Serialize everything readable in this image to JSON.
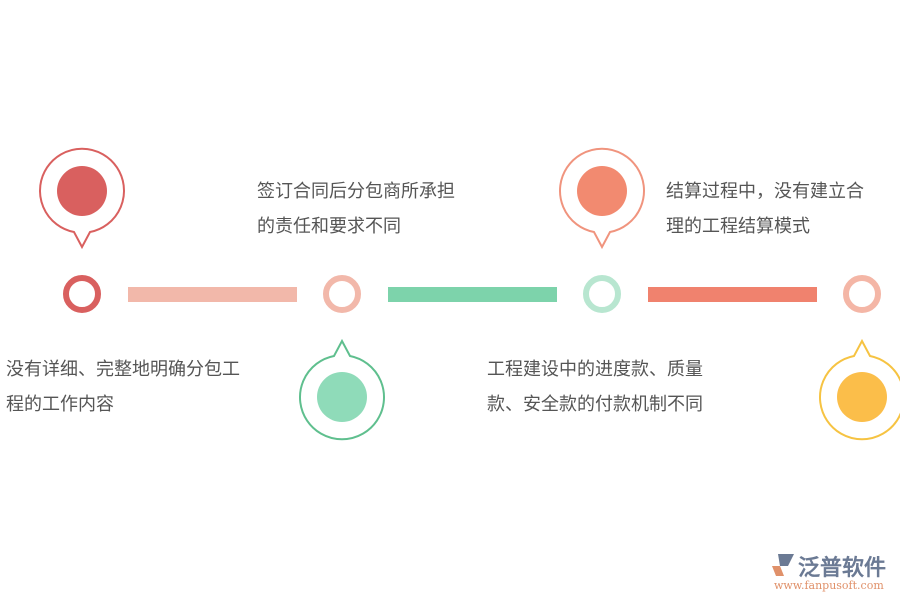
{
  "steps": [
    {
      "text_line1": "没有详细、完整地明确分包工",
      "text_line2": "程的工作内容",
      "color": "#d9605f"
    },
    {
      "text_line1": "签订合同后分包商所承担",
      "text_line2": "的责任和要求不同",
      "color": "#7dd3ab"
    },
    {
      "text_line1": "工程建设中的进度款、质量",
      "text_line2": "款、安全款的付款机制不同",
      "color": "#f28a70"
    },
    {
      "text_line1": "结算过程中，没有建立合",
      "text_line2": "理的工程结算模式",
      "color": "#fbbe4a"
    }
  ],
  "logo": {
    "name": "泛普软件",
    "url": "www.fanpusoft.com"
  }
}
